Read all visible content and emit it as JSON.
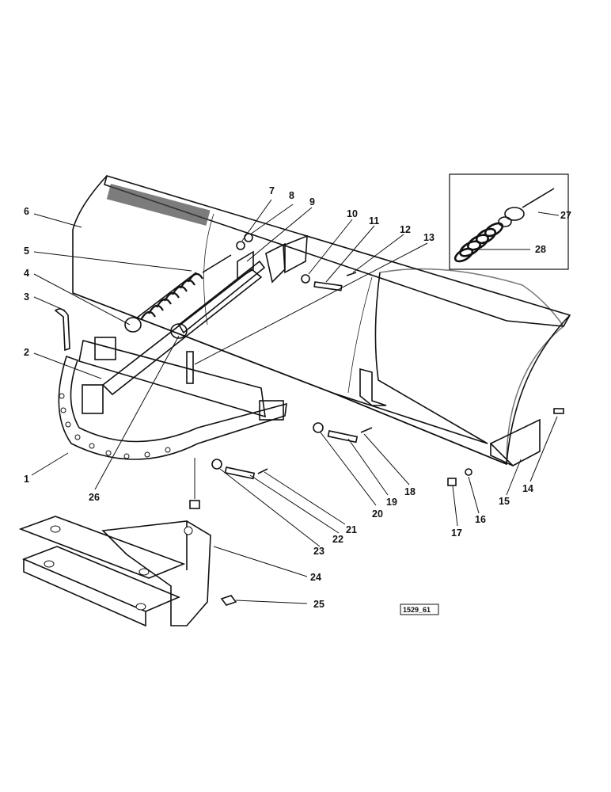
{
  "drawing_ref": "1529_61",
  "parts": [
    {
      "num": "1"
    },
    {
      "num": "2"
    },
    {
      "num": "3"
    },
    {
      "num": "4"
    },
    {
      "num": "5"
    },
    {
      "num": "6"
    },
    {
      "num": "7"
    },
    {
      "num": "8"
    },
    {
      "num": "9"
    },
    {
      "num": "10"
    },
    {
      "num": "11"
    },
    {
      "num": "12"
    },
    {
      "num": "13"
    },
    {
      "num": "14"
    },
    {
      "num": "15"
    },
    {
      "num": "16"
    },
    {
      "num": "17"
    },
    {
      "num": "18"
    },
    {
      "num": "19"
    },
    {
      "num": "20"
    },
    {
      "num": "21"
    },
    {
      "num": "22"
    },
    {
      "num": "23"
    },
    {
      "num": "24"
    },
    {
      "num": "25"
    },
    {
      "num": "26"
    },
    {
      "num": "27"
    },
    {
      "num": "28"
    }
  ]
}
